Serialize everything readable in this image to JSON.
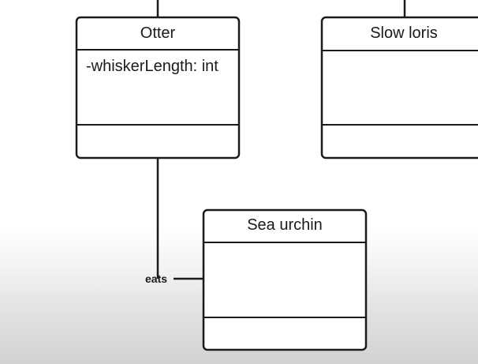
{
  "diagram": {
    "type": "uml-class-diagram",
    "classes": [
      {
        "name": "Otter",
        "attributes": [
          "-whiskerLength: int"
        ],
        "methods": []
      },
      {
        "name": "Slow loris",
        "attributes": [],
        "methods": []
      },
      {
        "name": "Sea urchin",
        "attributes": [],
        "methods": []
      }
    ],
    "associations": [
      {
        "from": "Otter",
        "to": "Sea urchin",
        "label": "eats"
      }
    ]
  }
}
